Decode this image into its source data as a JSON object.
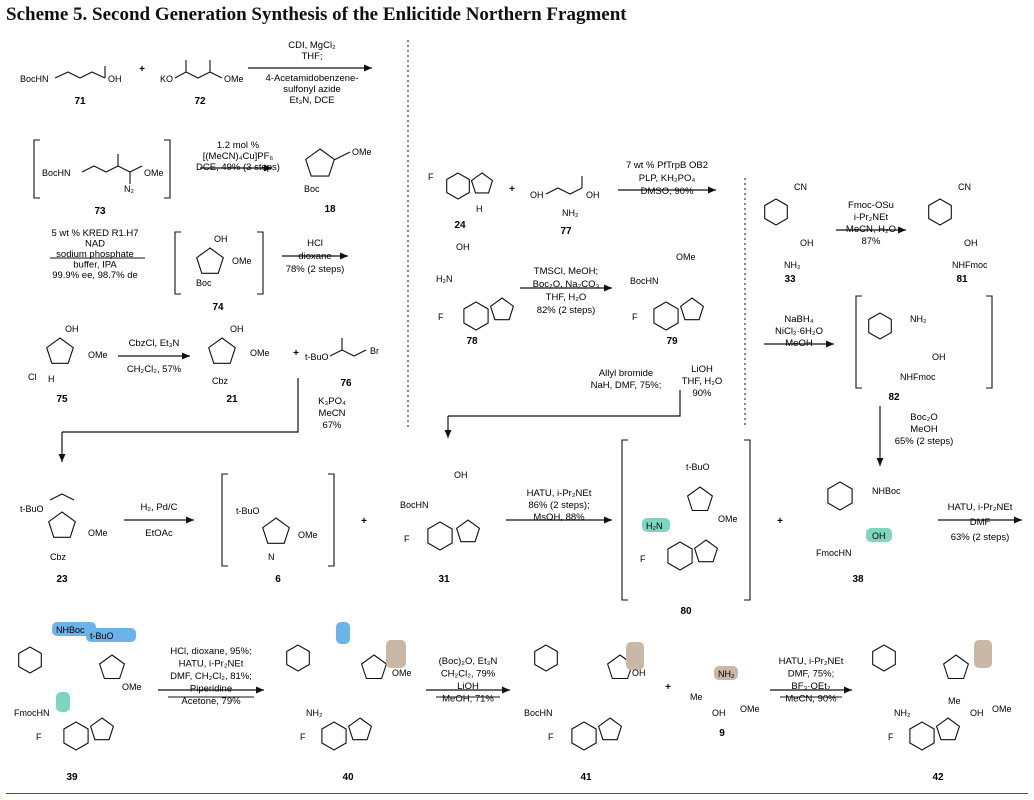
{
  "title": "Scheme 5. Second Generation Synthesis of the Enlicitide Northern Fragment",
  "compounds": {
    "c71": "71",
    "c72": "72",
    "c73": "73",
    "c18": "18",
    "c74": "74",
    "c75": "75",
    "c21": "21",
    "c76": "76",
    "c23": "23",
    "c6": "6",
    "c31": "31",
    "c24": "24",
    "c77": "77",
    "c78": "78",
    "c79": "79",
    "c33": "33",
    "c81": "81",
    "c82": "82",
    "c80": "80",
    "c38": "38",
    "c39": "39",
    "c40": "40",
    "c41": "41",
    "c9": "9",
    "c42": "42"
  },
  "conditions": {
    "r1": [
      "CDI, MgCl₂",
      "THF;",
      "",
      "4-Acetamidobenzene-",
      "sulfonyl azide",
      "Et₃N, DCE"
    ],
    "r2": [
      "1.2 mol %",
      "[(MeCN)₄Cu]PF₆",
      "DCE, 49% (3 steps)"
    ],
    "r3": [
      "5 wt % KRED R1.H7",
      "NAD",
      "sodium phosphate",
      "buffer, IPA",
      "99.9% ee, 98.7% de"
    ],
    "r4": [
      "HCl",
      "dioxane",
      "78% (2 steps)"
    ],
    "r5": [
      "CbzCl, Et₃N",
      "CH₂Cl₂, 57%"
    ],
    "r6": [
      "K₃PO₄",
      "MeCN",
      "67%"
    ],
    "r7": [
      "H₂, Pd/C",
      "EtOAc"
    ],
    "r8": [
      "7 wt % PfTrpB OB2",
      "PLP, KH₂PO₄",
      "DMSO, 90%"
    ],
    "r9": [
      "TMSCl, MeOH;",
      "Boc₂O, Na₂CO₃",
      "THF, H₂O",
      "82% (2 steps)"
    ],
    "r10": [
      "Allyl bromide",
      "NaH, DMF, 75%;"
    ],
    "r11": [
      "LiOH",
      "THF, H₂O",
      "90%"
    ],
    "r12": [
      "Fmoc-OSu",
      "i-Pr₂NEt",
      "MeCN, H₂O",
      "87%"
    ],
    "r13": [
      "NaBH₄",
      "NiCl₂·6H₂O",
      "MeOH"
    ],
    "r14": [
      "Boc₂O",
      "MeOH",
      "65% (2 steps)"
    ],
    "r15": [
      "HATU, i-Pr₂NEt",
      "86% (2 steps);",
      "MsOH, 88%"
    ],
    "r16": [
      "HATU, i-Pr₂NEt",
      "DMF",
      "63% (2 steps)"
    ],
    "r17": [
      "HCl, dioxane, 95%;",
      "HATU, i-Pr₂NEt",
      "DMF, CH₂Cl₂, 81%;",
      "Piperidine",
      "Acetone, 79%"
    ],
    "r18": [
      "(Boc)₂O, Et₃N",
      "CH₂Cl₂, 79%",
      "LiOH",
      "MeOH, 71%"
    ],
    "r19": [
      "HATU, i-Pr₂NEt",
      "DMF, 75%;",
      "BF₃·OEt₂",
      "MeCN, 90%"
    ]
  },
  "labels": {
    "BocHN": "BocHN",
    "OH": "OH",
    "OMe": "OMe",
    "KO": "KO",
    "Boc": "Boc",
    "Cbz": "Cbz",
    "N": "N",
    "H": "H",
    "Br": "Br",
    "tBuO": "t-BuO",
    "F": "F",
    "CN": "CN",
    "NH2": "NH₂",
    "H2N": "H₂N",
    "NHFmoc": "NHFmoc",
    "FmocHN": "FmocHN",
    "NHBoc": "NHBoc",
    "Me": "Me",
    "Cl": "Cl",
    "plus": "+",
    "N2": "N₂",
    "HN": "HN"
  },
  "colors": {
    "teal": "#7ed6c0",
    "blue": "#6ab4ea",
    "tan": "#c9b8a6",
    "rule": "#3a4f8f"
  }
}
